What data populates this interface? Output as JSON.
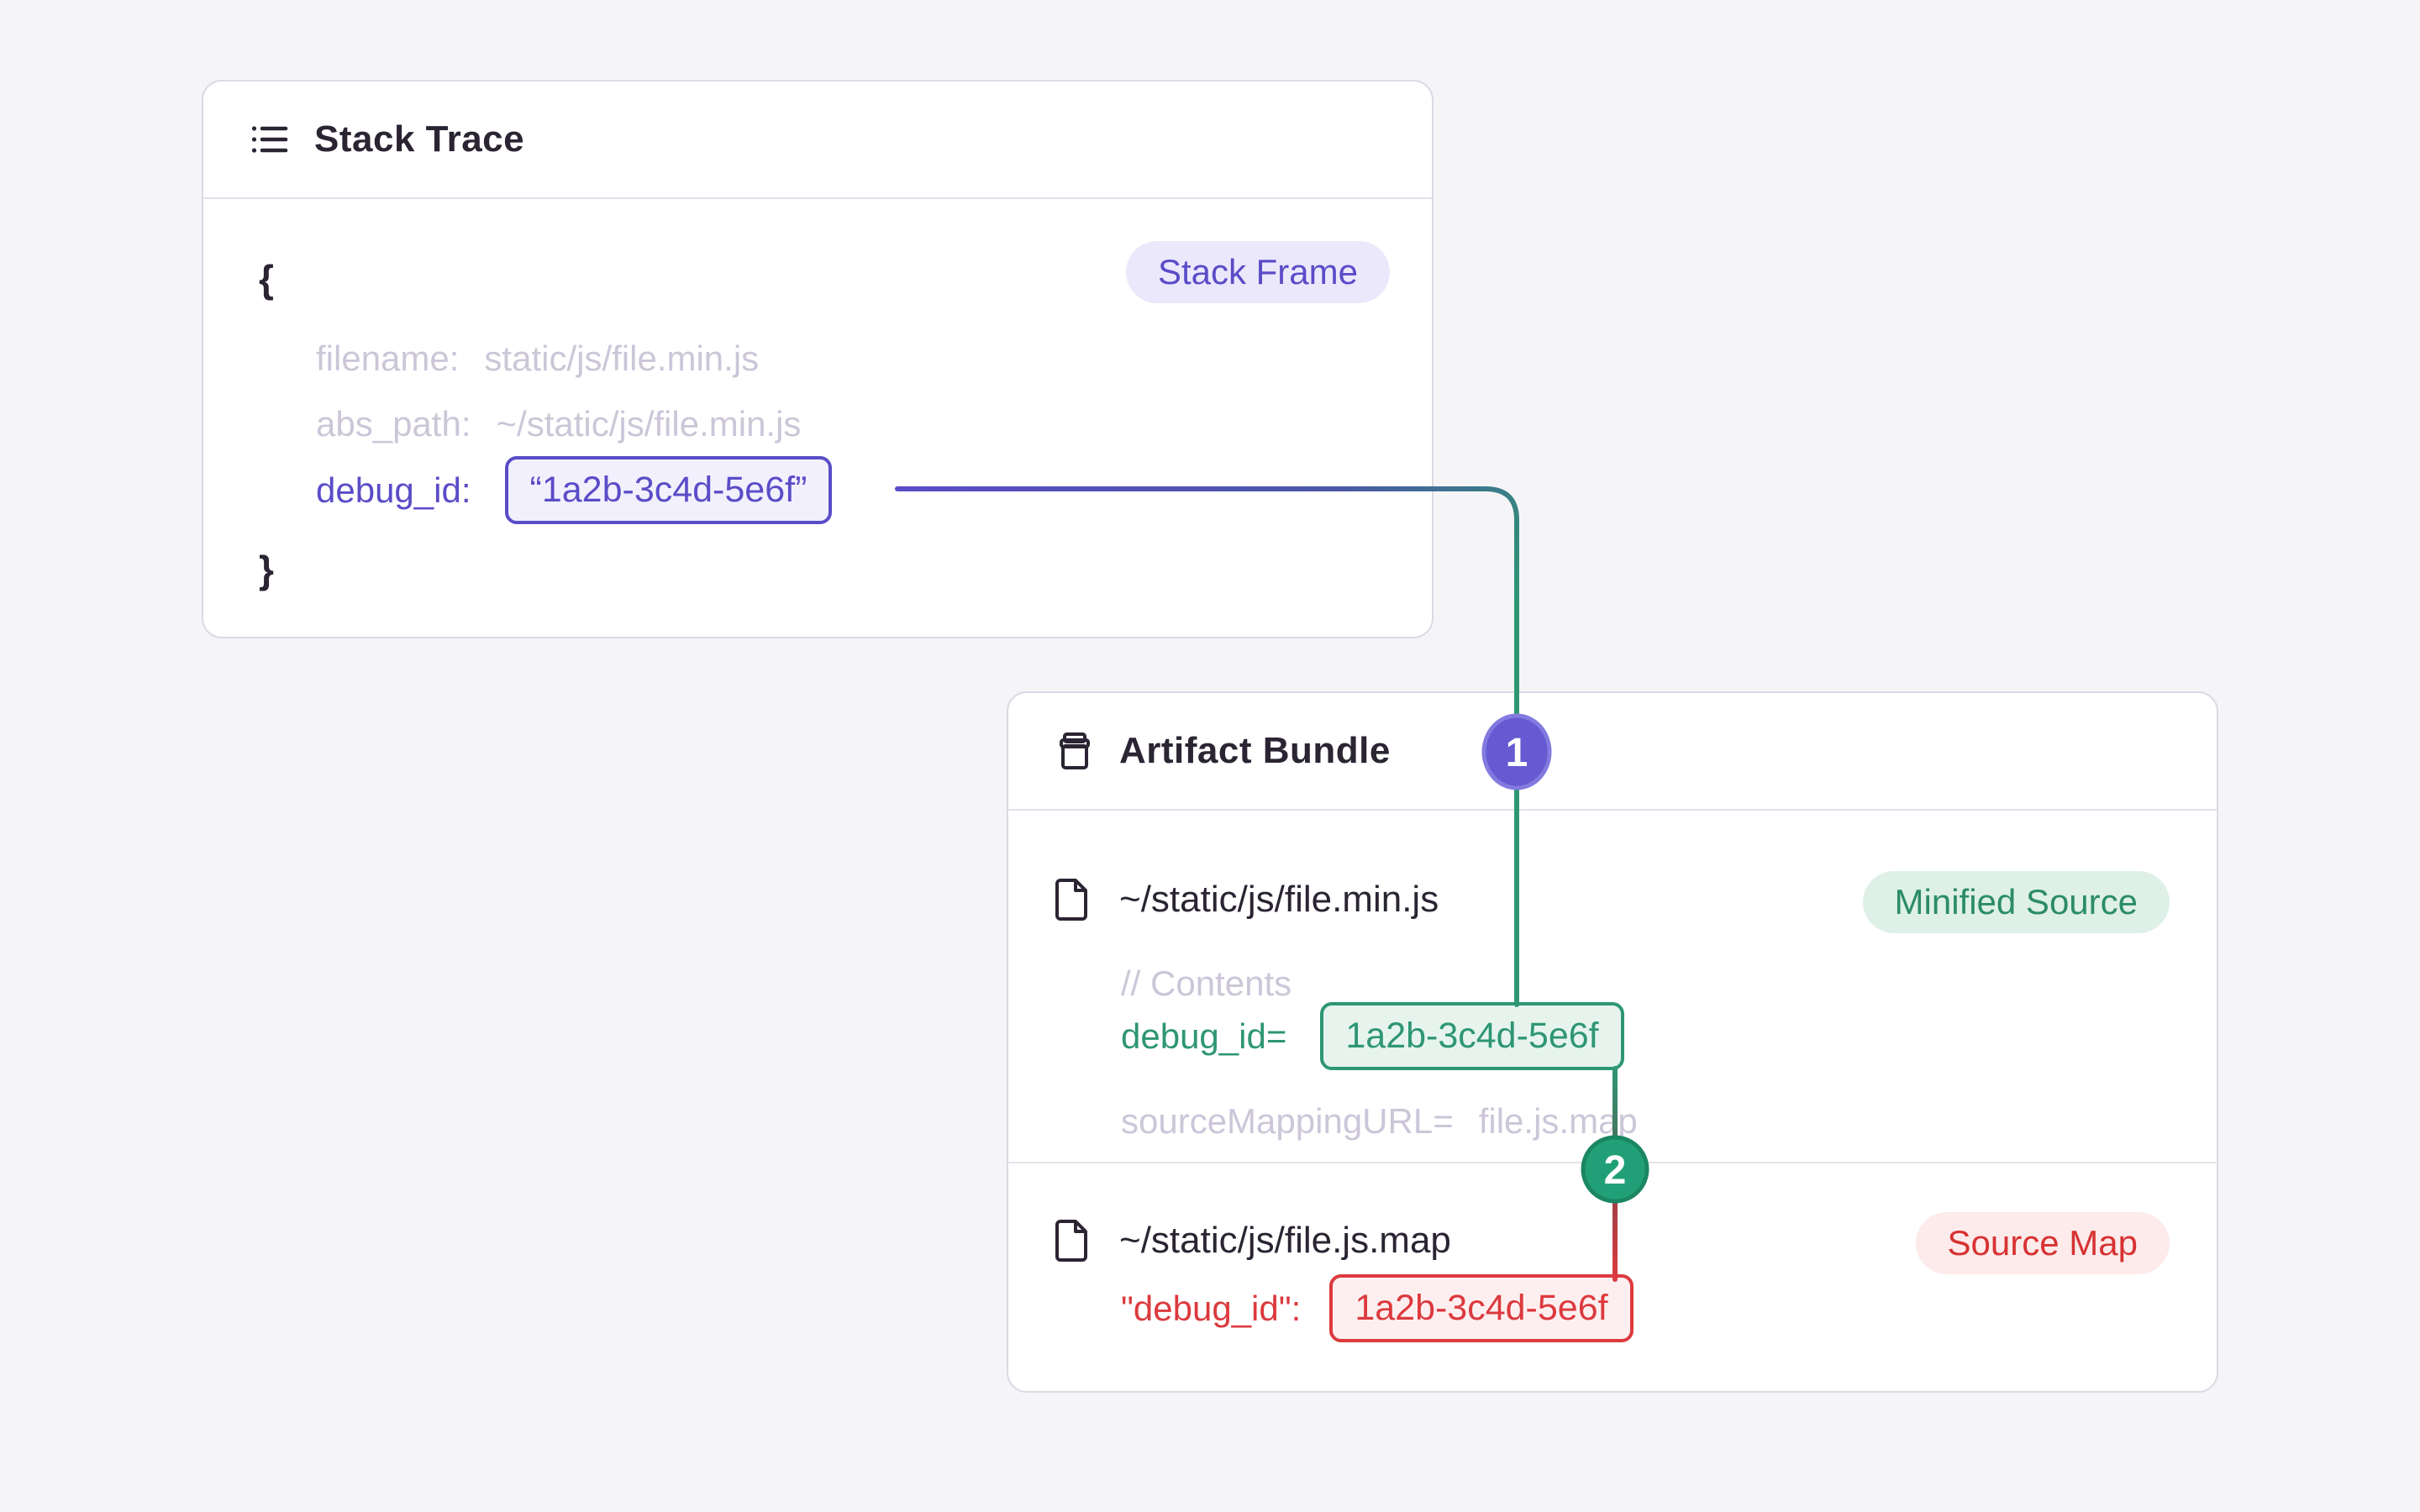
{
  "colors": {
    "page_bg": "#f5f5f7",
    "card_border": "#dcd9e4",
    "heading_text": "#2b2433",
    "muted_text": "#ccc6d8",
    "purple": "#5b4cc8",
    "purple_pill_bg": "#ebe8fb",
    "purple_box_bg": "#f2f0fc",
    "green": "#2e9673",
    "green_pill_bg": "#def0e7",
    "green_box_bg": "#e7f4ee",
    "red": "#dc3a3e",
    "red_pill_bg": "#fdeaea",
    "red_box_bg": "#fdeff0",
    "step1_badge_fill": "#655ad1",
    "step1_badge_ring": "#837ae0",
    "step2_badge_fill": "#21a077",
    "step2_badge_ring": "#1a8662"
  },
  "stack_trace": {
    "title": "Stack Trace",
    "frame_badge": "Stack Frame",
    "brace_open": "{",
    "brace_close": "}",
    "fields": [
      {
        "label": "filename:",
        "value": "static/js/file.min.js"
      },
      {
        "label": "abs_path:",
        "value": "~/static/js/file.min.js"
      }
    ],
    "debug_field": {
      "label": "debug_id:",
      "value": "“1a2b-3c4d-5e6f”"
    }
  },
  "artifact_bundle": {
    "title": "Artifact Bundle",
    "minified": {
      "path": "~/static/js/file.min.js",
      "badge": "Minified Source",
      "comment": "// Contents",
      "debug_label": "debug_id=",
      "debug_value": "1a2b-3c4d-5e6f",
      "mapping_label": "sourceMappingURL=",
      "mapping_value": "file.js.map"
    },
    "sourcemap": {
      "path": "~/static/js/file.js.map",
      "badge": "Source Map",
      "debug_label": "\"debug_id\":",
      "debug_value": "1a2b-3c4d-5e6f"
    }
  },
  "connectors": {
    "step1": "1",
    "step2": "2"
  }
}
